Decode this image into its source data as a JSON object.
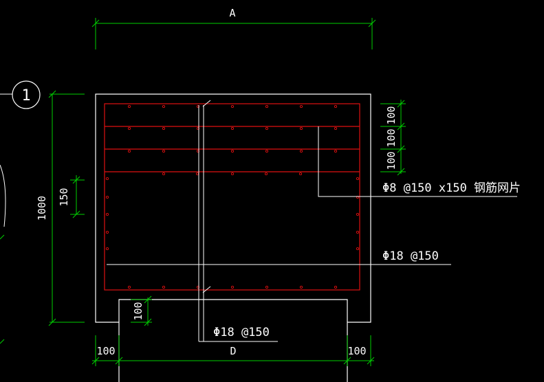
{
  "drawing": {
    "dimensions": {
      "top_width": "A",
      "left_height": "1000",
      "left_spacing": "150",
      "right_spacing_1": "100",
      "right_spacing_2": "100",
      "right_spacing_3": "100",
      "inner_offset": "100",
      "bottom_left": "100",
      "bottom_width": "D",
      "bottom_right": "100"
    },
    "labels": {
      "mesh_label": "Φ8 @150 x150 钢筋网片",
      "bar_label_right": "Φ18 @150",
      "bar_label_bottom": "Φ18 @150"
    },
    "section_marker": "1",
    "colors": {
      "background": "#000000",
      "outline": "#ffffff",
      "rebar": "#e01010",
      "dimension": "#00d000",
      "text": "#ffffff"
    }
  }
}
